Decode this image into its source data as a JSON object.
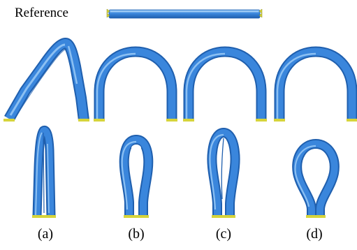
{
  "reference_label": "Reference",
  "panel_labels": [
    "(a)",
    "(b)",
    "(c)",
    "(d)"
  ],
  "colors": {
    "rod": "#3a86dc",
    "rod_dark": "#1f5fae",
    "rod_light": "#8cc0f2",
    "fixed_support": "#d6d43a"
  }
}
